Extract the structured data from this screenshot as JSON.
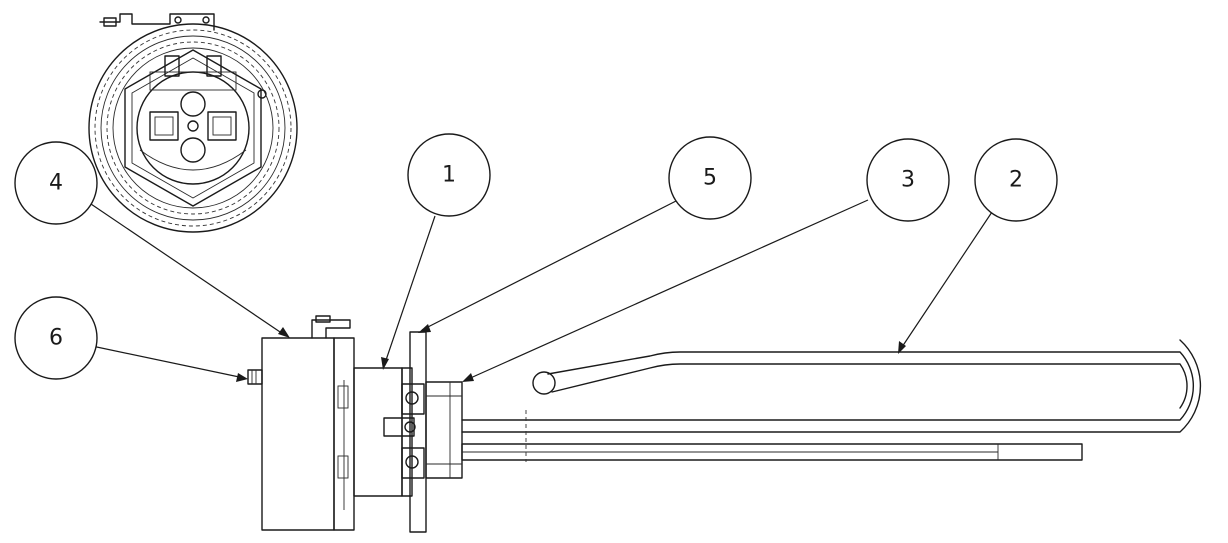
{
  "callouts": [
    {
      "id": "c4",
      "label": "4"
    },
    {
      "id": "c1",
      "label": "1"
    },
    {
      "id": "c5",
      "label": "5"
    },
    {
      "id": "c3",
      "label": "3"
    },
    {
      "id": "c2",
      "label": "2"
    },
    {
      "id": "c6",
      "label": "6"
    }
  ],
  "colors": {
    "line": "#1a1a1a",
    "background": "#ffffff"
  }
}
